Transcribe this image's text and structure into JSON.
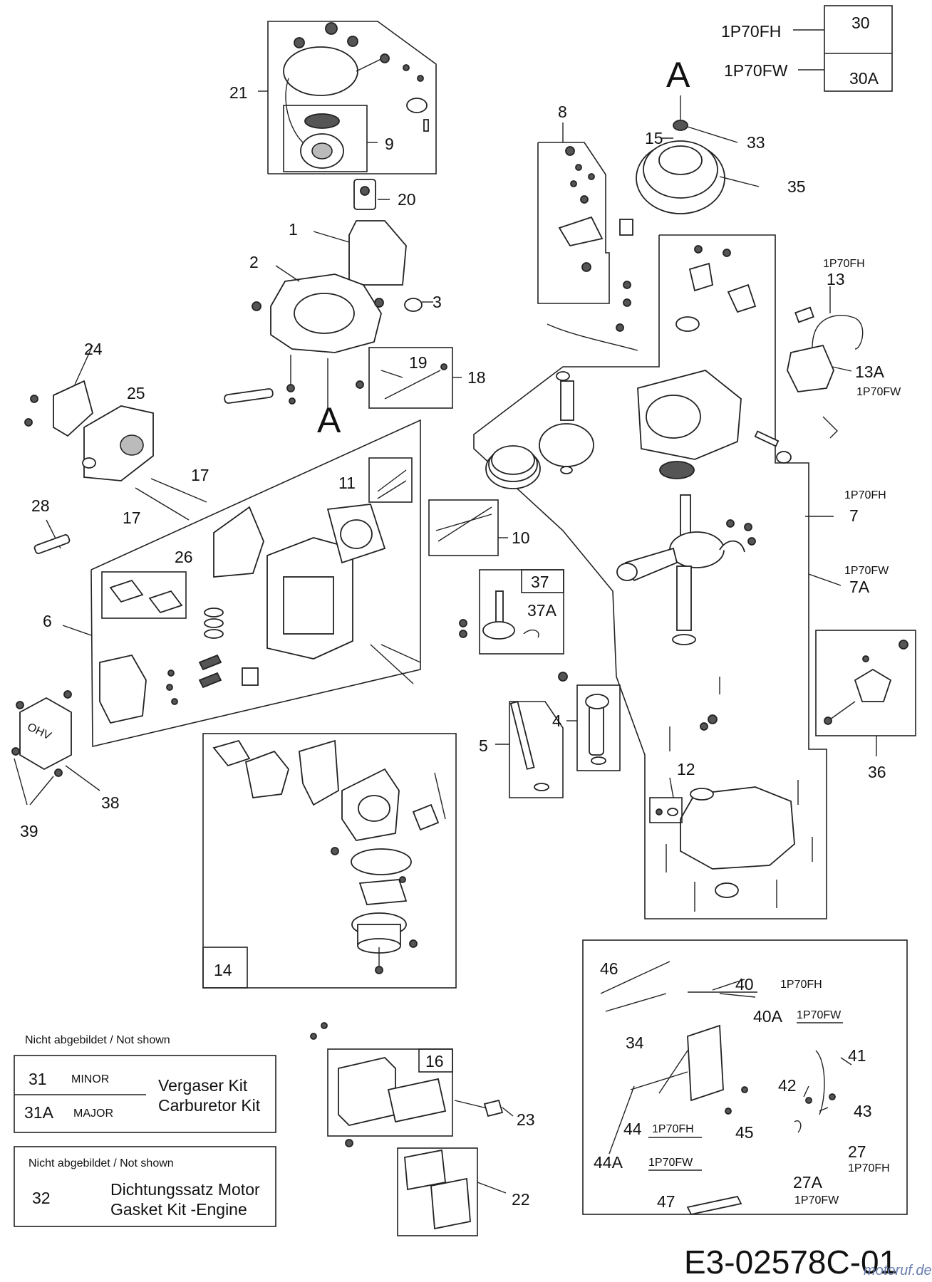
{
  "document_code": "E3-02578C-01",
  "watermark": "motoruf.de",
  "variant_table": [
    {
      "model": "1P70FH",
      "ref": "30"
    },
    {
      "model": "1P70FW",
      "ref": "30A"
    }
  ],
  "section_markers": [
    "A",
    "A"
  ],
  "part_labels": [
    "1",
    "2",
    "3",
    "4",
    "5",
    "6",
    "7",
    "7A",
    "8",
    "9",
    "10",
    "11",
    "12",
    "13",
    "13A",
    "14",
    "15",
    "16",
    "17",
    "17",
    "18",
    "19",
    "20",
    "21",
    "22",
    "23",
    "24",
    "25",
    "26",
    "27",
    "27A",
    "28",
    "33",
    "34",
    "35",
    "36",
    "37",
    "37A",
    "38",
    "39",
    "40",
    "40A",
    "41",
    "42",
    "43",
    "44",
    "44A",
    "45",
    "46",
    "47"
  ],
  "model_notes": {
    "n13": "1P70FH",
    "n13a": "1P70FW",
    "n7": "1P70FH",
    "n7a": "1P70FW",
    "n40": "1P70FH",
    "n40a": "1P70FW",
    "n44": "1P70FH",
    "n44a": "1P70FW",
    "n27": "1P70FH",
    "n27a": "1P70FW"
  },
  "kit_table": {
    "heading": "Nicht abgebildet / Not shown",
    "rows": [
      {
        "num": "31",
        "grade": "MINOR"
      },
      {
        "num": "31A",
        "grade": "MAJOR"
      }
    ],
    "desc_line1": "Vergaser Kit",
    "desc_line2": "Carburetor Kit"
  },
  "gasket_table": {
    "heading": "Nicht abgebildet / Not shown",
    "num": "32",
    "desc_line1": "Dichtungssatz Motor",
    "desc_line2": "Gasket Kit -Engine"
  }
}
